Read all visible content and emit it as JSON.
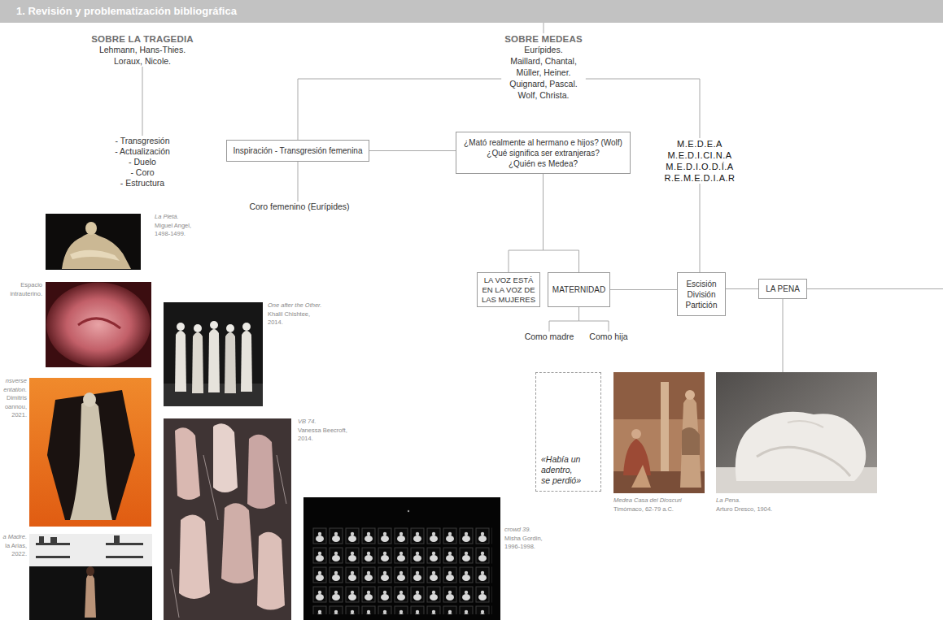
{
  "diagram": {
    "title": "1. Revisión y problematización bibliográfica",
    "nodes": [
      {
        "text": [
          "SOBRE LA TRAGEDIA",
          "Lehmann, Hans-Thies. Loraux, Nicole."
        ]
      },
      {
        "text": [
          "SOBRE MEDEAS",
          "Eurípides. Maillard, Chantal, Müller, Heiner. Quignard, Pascal. Wolf, Christa."
        ]
      },
      {
        "text": [
          "- Transgresión - Actualización - Duelo - Coro - Estructura"
        ]
      },
      {
        "text": [
          "Inspiración - Transgresión femenina"
        ]
      },
      {
        "text": [
          "¿Mató realmente al hermano e hijos? (Wolf) ¿Qué significa ser extranjeras? ¿Quién es Medea?"
        ]
      },
      {
        "text": [
          "M.E.D.E.A M.E.D.I.CI.N.A M.E.D.I.O.D.Í.A R.E.M.E.D.I.A.R"
        ]
      },
      {
        "text": [
          "Coro femenino (Eurípides)"
        ]
      },
      {
        "text": [
          "LA VOZ ESTÁ EN LA VOZ DE LAS MUJERES"
        ]
      },
      {
        "text": [
          "MATERNIDAD"
        ]
      },
      {
        "text": [
          "Escisión División Partición"
        ]
      },
      {
        "text": [
          "LA PENA"
        ]
      },
      {
        "text": [
          "Como madre"
        ]
      },
      {
        "text": [
          "Como hija"
        ]
      },
      {
        "text": [
          "«Había un adentro, se perdió»"
        ]
      }
    ],
    "edges": [
      {
        "from": 0,
        "to": 2,
        "arrow": "none"
      },
      {
        "from": 1,
        "to": 3,
        "arrow": "none"
      },
      {
        "from": 1,
        "to": 5,
        "arrow": "none"
      },
      {
        "from": 3,
        "to": 4,
        "arrow": "none"
      },
      {
        "from": 3,
        "to": 6,
        "arrow": "none"
      },
      {
        "from": 4,
        "to": 7,
        "arrow": "none"
      },
      {
        "from": 4,
        "to": 8,
        "arrow": "none"
      },
      {
        "from": 8,
        "to": 11,
        "arrow": "none"
      },
      {
        "from": 8,
        "to": 12,
        "arrow": "none"
      },
      {
        "from": 8,
        "to": 9,
        "arrow": "none"
      },
      {
        "from": 5,
        "to": 9,
        "arrow": "none"
      },
      {
        "from": 9,
        "to": 10,
        "arrow": "none"
      }
    ],
    "labels": [
      "La Pietá.",
      "Miguel Angel, 1498-1499.",
      "Espacio intrauterino.",
      "One after the Other.",
      "Khalil Chishtee, 2014.",
      "nsverse entation.",
      "Dimitris oannou, 2021.",
      "VB 74.",
      "Vanessa Beecroft, 2014.",
      "a Madre.",
      "la Arias, 2022.",
      "crowd 39.",
      "Misha Gordin, 1996-1998.",
      "Medea Casa dei Dioscuri",
      "Timómaco, 62-79 a.C.",
      "La Pena.",
      "Arturo Dresco, 1904."
    ]
  }
}
